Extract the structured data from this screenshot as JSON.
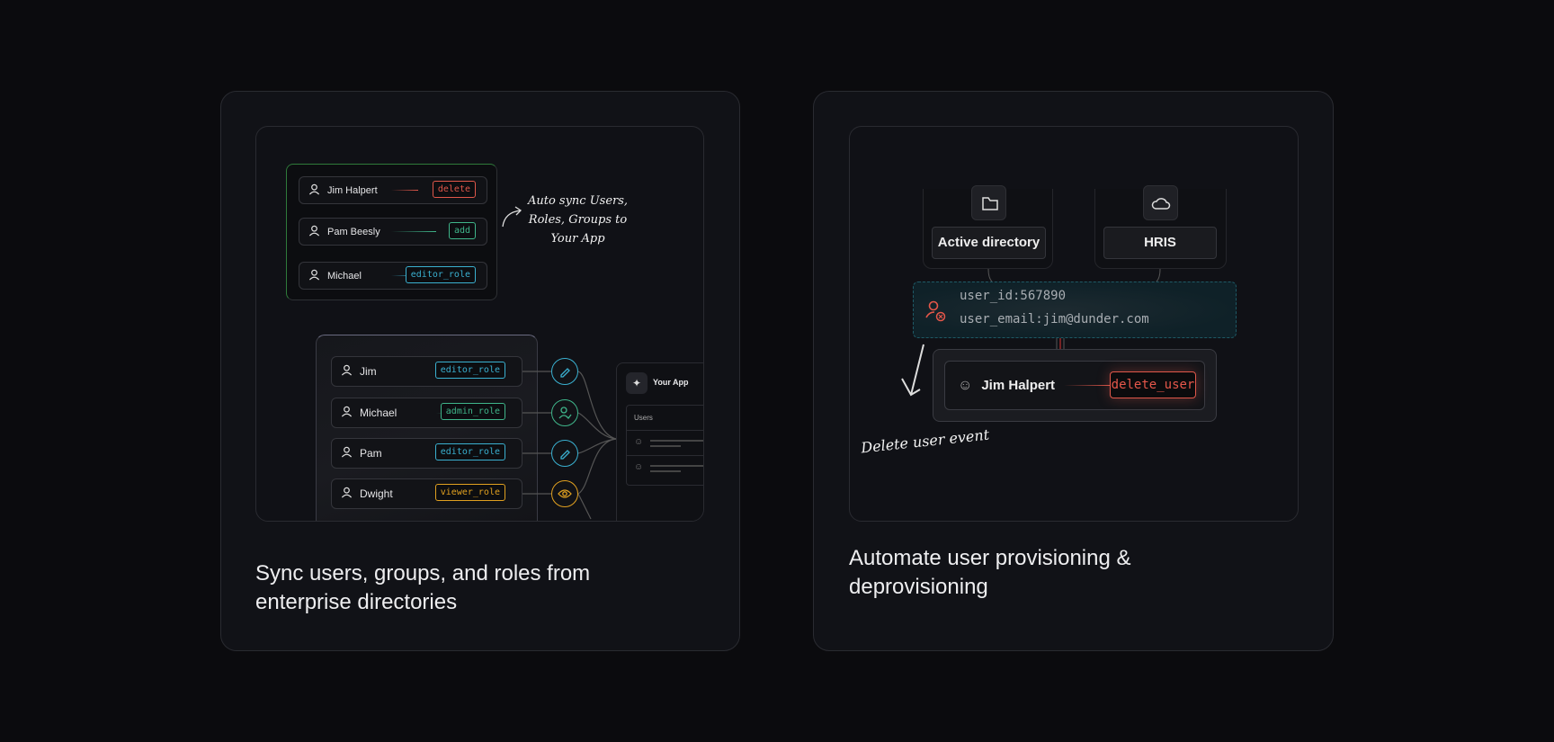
{
  "left": {
    "caption": "Sync users, groups, and roles from enterprise directories",
    "top_rows": [
      {
        "name": "Jim Halpert",
        "badge": "delete",
        "color": "#e0574a"
      },
      {
        "name": "Pam Beesly",
        "badge": "add",
        "color": "#3fb58a"
      },
      {
        "name": "Michael",
        "badge": "editor_role",
        "color": "#3ab0d0"
      }
    ],
    "annotation": "Auto sync Users, Roles, Groups to Your App",
    "bottom_rows": [
      {
        "name": "Jim",
        "badge": "editor_role",
        "color": "#3ab0d0",
        "action_icon": "pencil-icon"
      },
      {
        "name": "Michael",
        "badge": "admin_role",
        "color": "#3fb58a",
        "action_icon": "user-check-icon"
      },
      {
        "name": "Pam",
        "badge": "editor_role",
        "color": "#3ab0d0",
        "action_icon": "pencil-icon"
      },
      {
        "name": "Dwight",
        "badge": "viewer_role",
        "color": "#e0a020",
        "action_icon": "eye-icon"
      }
    ],
    "app": {
      "title": "Your App",
      "section": "Users"
    }
  },
  "right": {
    "caption": "Automate user provisioning & deprovisioning",
    "sources": [
      {
        "label": "Active directory",
        "icon": "folder-icon"
      },
      {
        "label": "HRIS",
        "icon": "cloud-icon"
      }
    ],
    "event": {
      "user_id": "user_id:567890",
      "user_email": "user_email:jim@dunder.com"
    },
    "user": {
      "name": "Jim Halpert",
      "badge": "delete_user"
    },
    "annotation": "Delete user event"
  }
}
